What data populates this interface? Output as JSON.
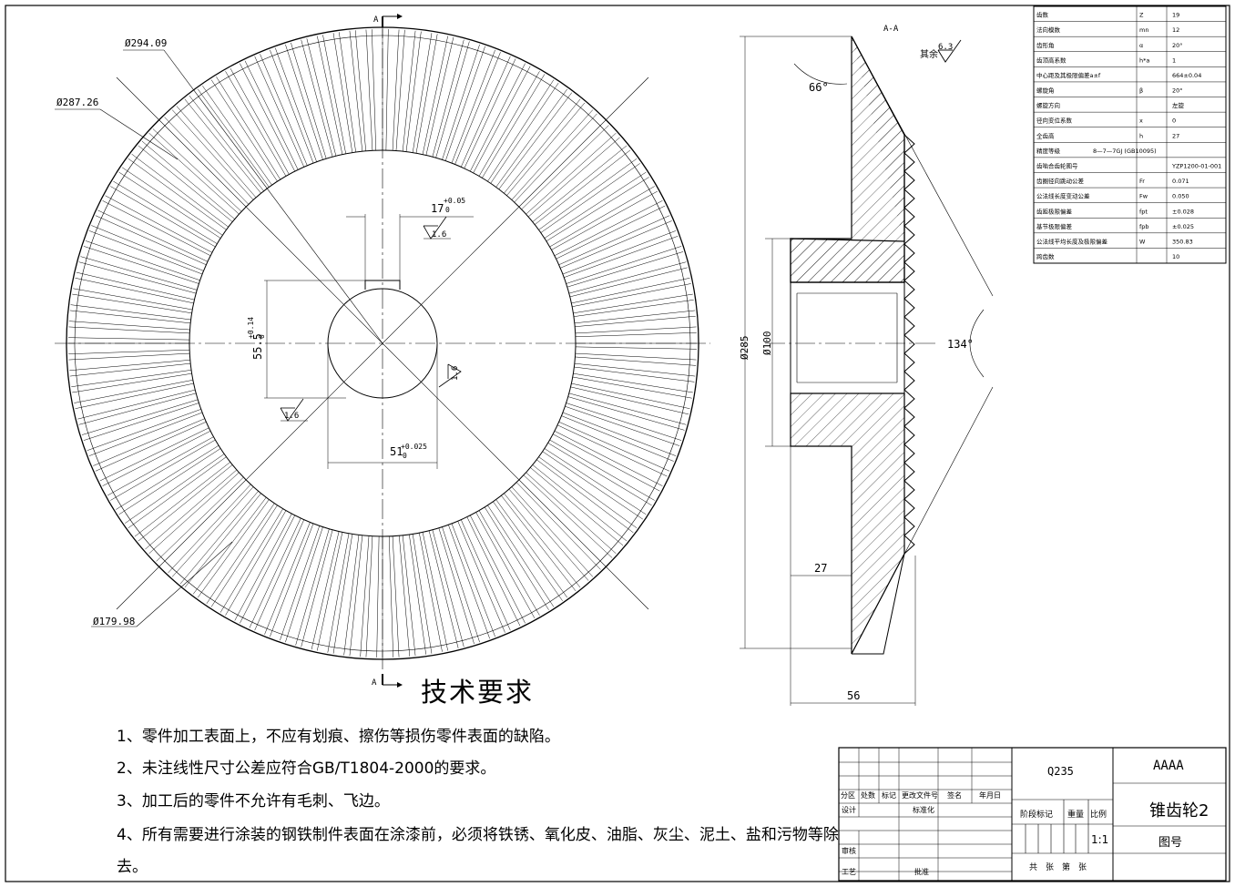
{
  "section_label": "A-A",
  "section_arrow_top": "A",
  "section_arrow_bottom": "A",
  "surface_finish_rest": {
    "label": "其余",
    "value": "6.3"
  },
  "front_view": {
    "dims": {
      "d_outer": "Ø294.09",
      "d_pitch": "Ø287.26",
      "d_root": "Ø179.98",
      "key_width": "17",
      "key_width_tol": "+0.05",
      "key_width_tol_low": "0",
      "key_depth": "55.5",
      "key_depth_tol": "+0.14",
      "key_depth_tol_low": "0",
      "bore_width": "51",
      "bore_width_tol": "+0.025",
      "bore_width_tol_low": "0",
      "rough": [
        "1.6",
        "1.6",
        "1.6"
      ]
    }
  },
  "section_view": {
    "dims": {
      "angle_top": "66°",
      "angle_cone": "134°",
      "d_285": "Ø285",
      "d_100": "Ø100",
      "hub": "27",
      "width": "56"
    }
  },
  "params_table": [
    {
      "name": "齿数",
      "sym": "Z",
      "val": "19"
    },
    {
      "name": "法向模数",
      "sym": "mn",
      "val": "12"
    },
    {
      "name": "齿形角",
      "sym": "α",
      "val": "20°"
    },
    {
      "name": "齿顶高系数",
      "sym": "h*a",
      "val": "1"
    },
    {
      "name": "中心距及其极限偏差a±f",
      "sym": "",
      "val": "664±0.04"
    },
    {
      "name": "螺旋角",
      "sym": "β",
      "val": "20°"
    },
    {
      "name": "螺旋方向",
      "sym": "",
      "val": "左旋"
    },
    {
      "name": "径向变位系数",
      "sym": "x",
      "val": "0"
    },
    {
      "name": "全齿高",
      "sym": "h",
      "val": "27"
    },
    {
      "name": "精度等级",
      "sym": "8—7—7GJ (GB10095)",
      "val": ""
    },
    {
      "name": "齿啮合齿轮图号",
      "sym": "",
      "val": "YZP1200-01-001"
    },
    {
      "name": "齿圈径向跳动公差",
      "sym": "Fr",
      "val": "0.071"
    },
    {
      "name": "公法线长度变动公差",
      "sym": "Fw",
      "val": "0.050"
    },
    {
      "name": "齿距极限偏差",
      "sym": "fpt",
      "val": "±0.028"
    },
    {
      "name": "基节极限偏差",
      "sym": "fpb",
      "val": "±0.025"
    },
    {
      "name": "公法线平均长度及极限偏差",
      "sym": "W",
      "val": "350.83"
    },
    {
      "name": "跨齿数",
      "sym": "",
      "val": "10"
    }
  ],
  "requirements": {
    "title": "技术要求",
    "items": [
      "1、零件加工表面上，不应有划痕、擦伤等损伤零件表面的缺陷。",
      "2、未注线性尺寸公差应符合GB/T1804-2000的要求。",
      "3、加工后的零件不允许有毛刺、飞边。",
      "4、所有需要进行涂装的钢铁制件表面在涂漆前，必须将铁锈、氧化皮、油脂、灰尘、泥土、盐和污物等除",
      "去。"
    ]
  },
  "title_block": {
    "material": "Q235",
    "company": "AAAA",
    "part_name": "锥齿轮2",
    "drawing_no_label": "图号",
    "scale": "1:1",
    "row_labels": [
      "分区",
      "处数",
      "标记",
      "更改文件号",
      "签名",
      "年月日"
    ],
    "design": "设计",
    "standard": "标准化",
    "check": "审核",
    "process": "工艺",
    "approve": "批准",
    "stage": "阶段标记",
    "weight": "重量",
    "ratio": "比例",
    "sheets": "共　张　第　张"
  }
}
